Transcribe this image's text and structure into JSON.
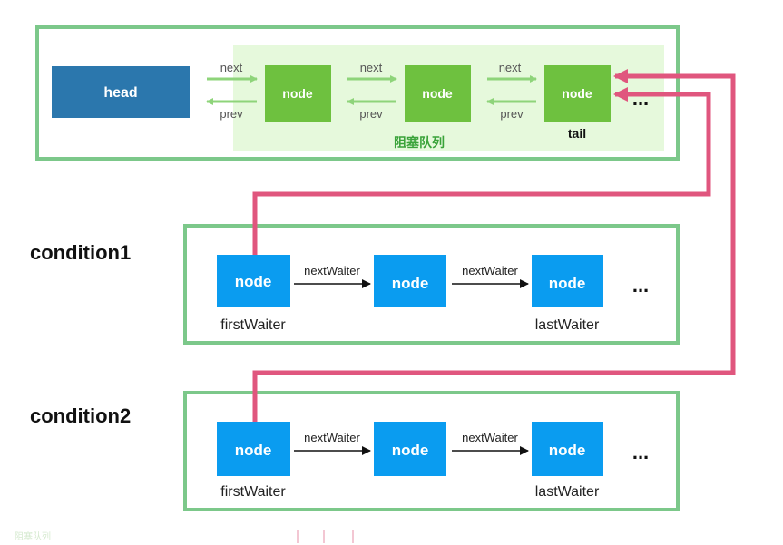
{
  "colors": {
    "frame_green": "#7cc88a",
    "queue_bg": "#e6f9dc",
    "head_blue": "#2b77ad",
    "queue_node_green": "#6ec13f",
    "arrow_green": "#8ed47a",
    "cond_node_blue": "#0a9cf0",
    "pink": "#e0567e",
    "arrow_dark": "#111111"
  },
  "sync_queue": {
    "head_label": "head",
    "node_label": "node",
    "next_label": "next",
    "prev_label": "prev",
    "tail_label": "tail",
    "ellipsis": "...",
    "queue_caption": "阻塞队列"
  },
  "conditions": [
    {
      "title": "condition1",
      "node_label": "node",
      "next_waiter_label": "nextWaiter",
      "first_label": "firstWaiter",
      "last_label": "lastWaiter",
      "ellipsis": "..."
    },
    {
      "title": "condition2",
      "node_label": "node",
      "next_waiter_label": "nextWaiter",
      "first_label": "firstWaiter",
      "last_label": "lastWaiter",
      "ellipsis": "..."
    }
  ],
  "footer_caption": "阻塞队列"
}
